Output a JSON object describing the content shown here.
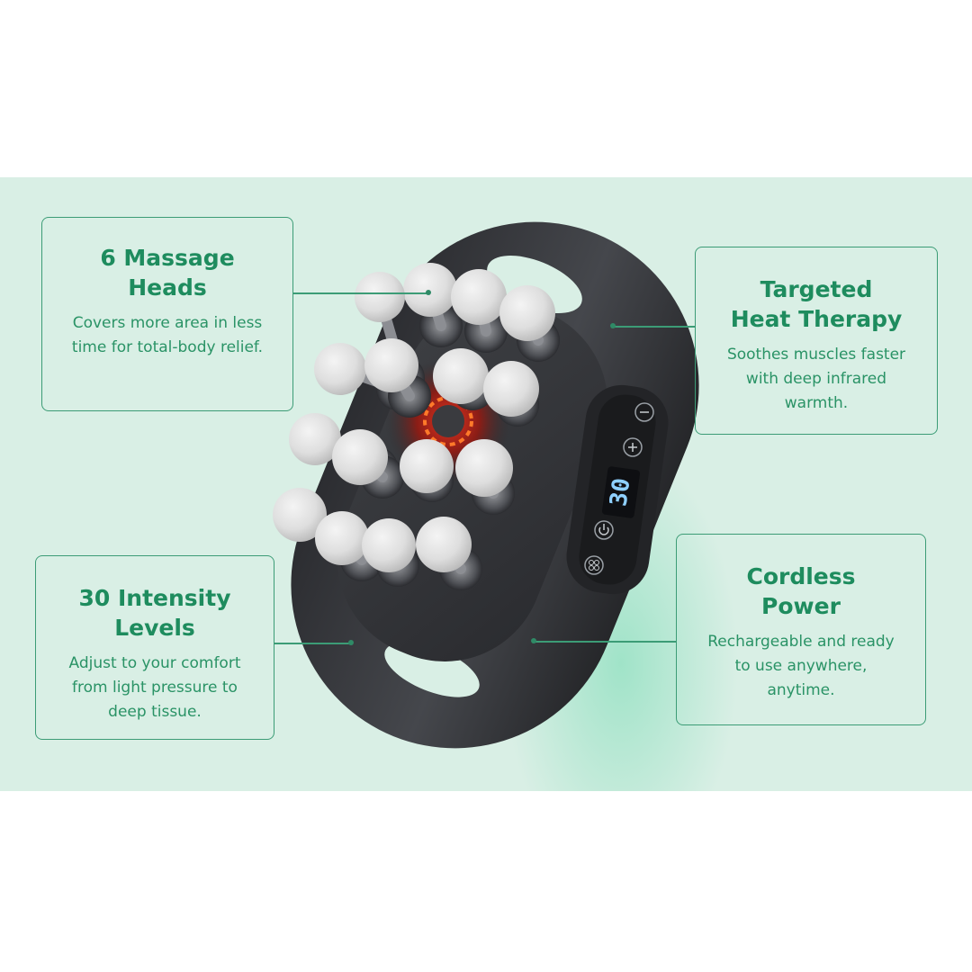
{
  "callouts": {
    "massage_heads": {
      "title_line1": "6 Massage",
      "title_line2": "Heads",
      "desc_line1": "Covers more area in less",
      "desc_line2": "time for total-body relief."
    },
    "heat_therapy": {
      "title_line1": "Targeted",
      "title_line2": "Heat Therapy",
      "desc_line1": "Soothes muscles faster",
      "desc_line2": "with deep infrared",
      "desc_line3": "warmth."
    },
    "intensity_levels": {
      "title_line1": "30 Intensity",
      "title_line2": "Levels",
      "desc_line1": "Adjust to your comfort",
      "desc_line2": "from light pressure to",
      "desc_line3": "deep tissue."
    },
    "cordless_power": {
      "title_line1": "Cordless",
      "title_line2": "Power",
      "desc_line1": "Rechargeable and ready",
      "desc_line2": "to use anywhere,",
      "desc_line3": "anytime."
    }
  },
  "device": {
    "display_value": "30",
    "buttons": [
      "minus-icon",
      "plus-icon",
      "power-icon",
      "mode-icon"
    ]
  },
  "colors": {
    "background_band": "#d9efe5",
    "accent_green": "#1e8c5e",
    "device_body": "#3a3c40",
    "massage_ball": "#e6e6e6",
    "heat_glow": "#c0281e",
    "display_digits": "#8fd0ff"
  }
}
